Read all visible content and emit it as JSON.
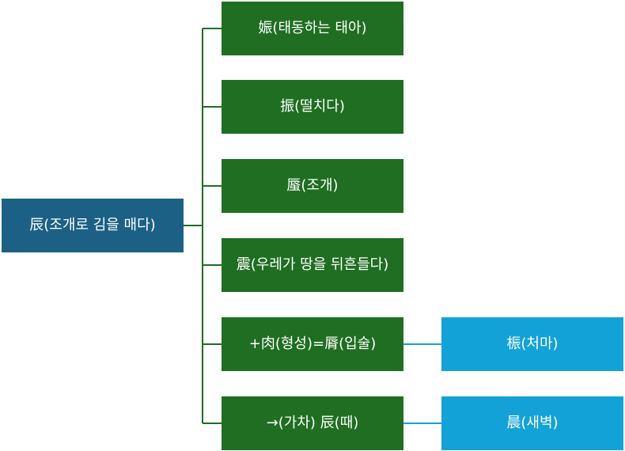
{
  "root": {
    "label": "辰(조개로 김을 매다)"
  },
  "children": [
    {
      "label": "娠(태동하는 태아)"
    },
    {
      "label": "振(떨치다)"
    },
    {
      "label": "蜃(조개)"
    },
    {
      "label": "震(우레가 땅을 뒤흔들다)"
    },
    {
      "label": "+肉(형성)=脣(입술)"
    },
    {
      "label": "→(가차) 辰(때)"
    }
  ],
  "leaves": [
    {
      "label": "桭(처마)"
    },
    {
      "label": "晨(새벽)"
    }
  ],
  "colors": {
    "root": "#1c6185",
    "child": "#1f6e22",
    "leaf": "#13a2d8",
    "root_connector": "#1f6e22",
    "leaf_connector": "#13a2d8"
  }
}
